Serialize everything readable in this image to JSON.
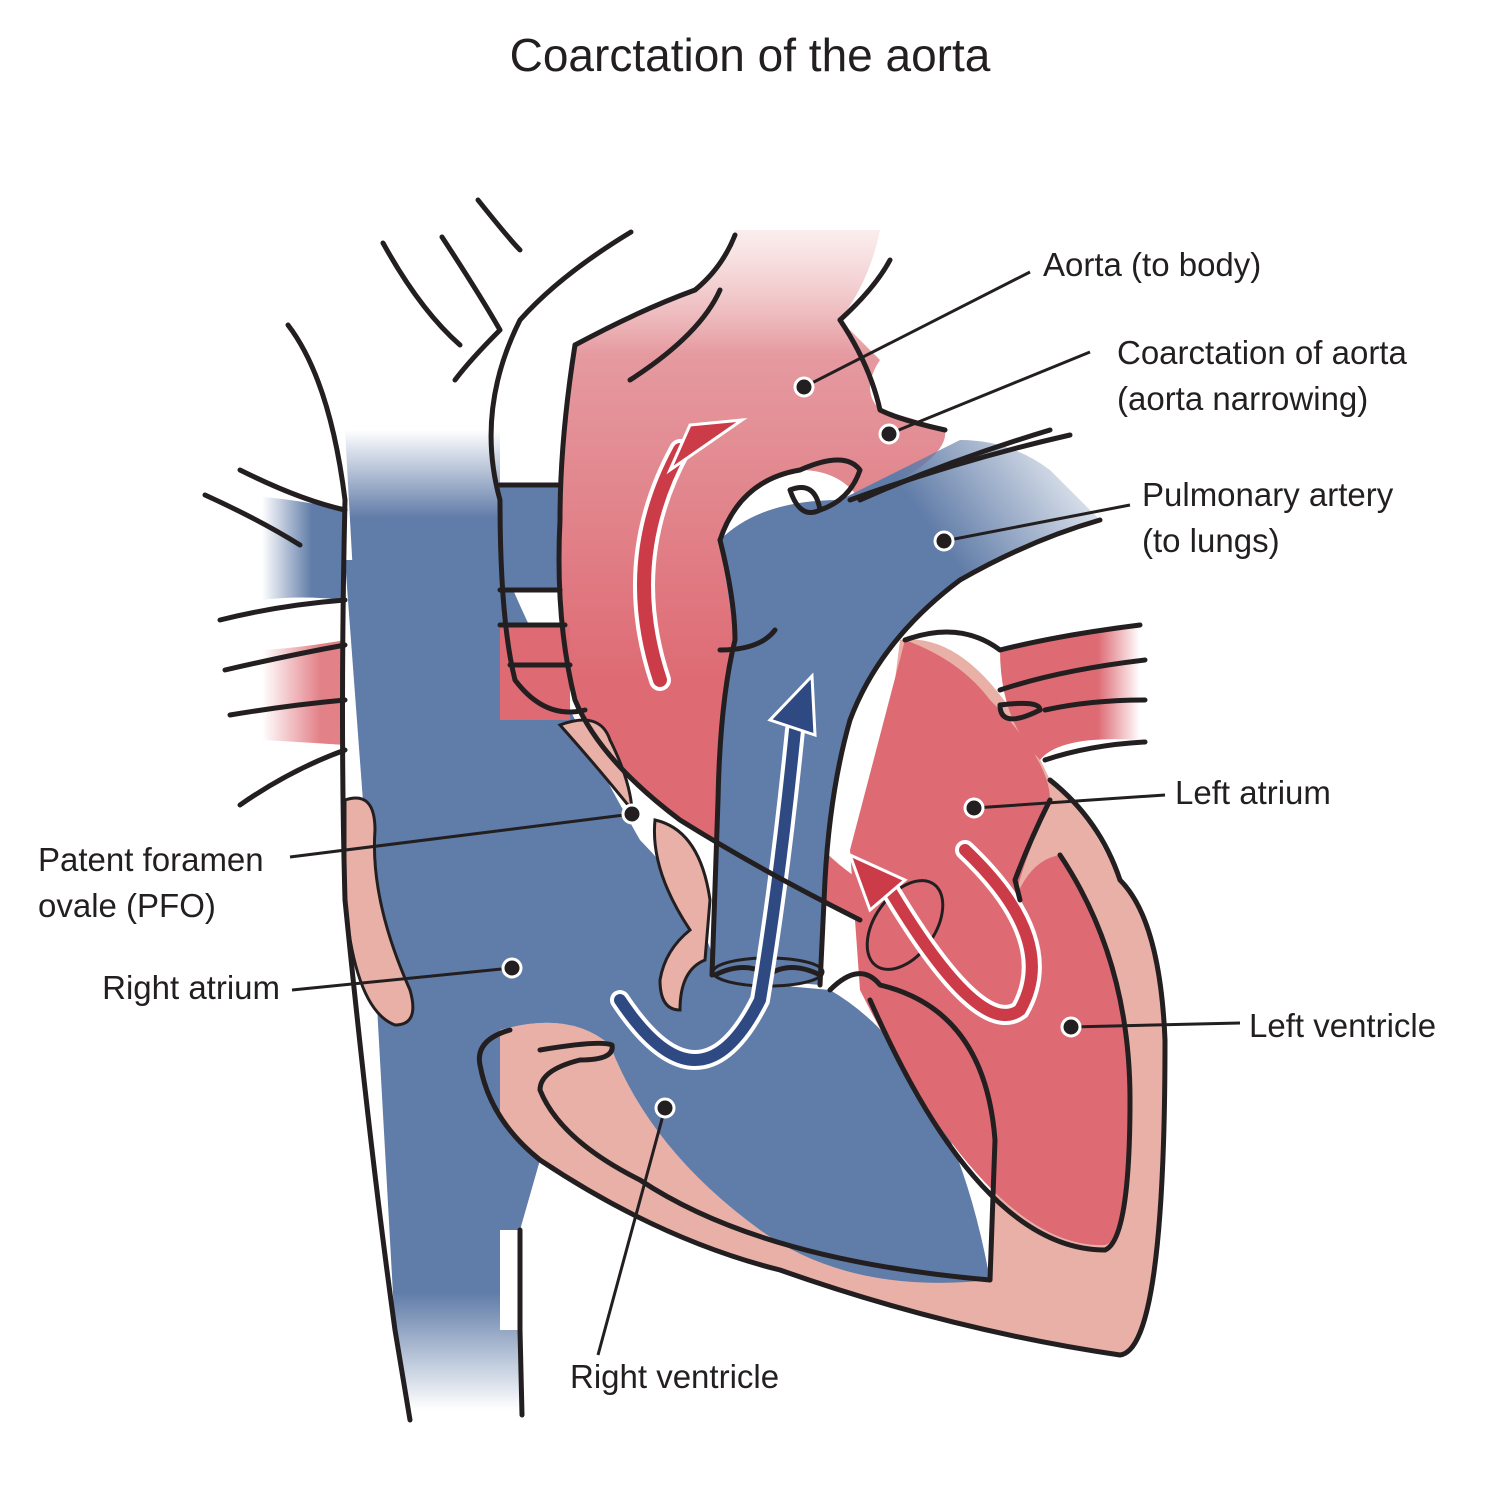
{
  "title": "Coarctation of the aorta",
  "labels": {
    "aorta": "Aorta (to body)",
    "coarctation_line1": "Coarctation of aorta",
    "coarctation_line2": "(aorta narrowing)",
    "pulmonary_line1": "Pulmonary artery",
    "pulmonary_line2": "(to lungs)",
    "left_atrium": "Left atrium",
    "left_ventricle": "Left ventricle",
    "pfo_line1": "Patent foramen",
    "pfo_line2": "ovale (PFO)",
    "right_atrium": "Right atrium",
    "right_ventricle": "Right ventricle"
  },
  "colors": {
    "oxygenated": "#de6b74",
    "oxygenated_light": "#e59aa0",
    "deoxygenated": "#607ca8",
    "arrow_red": "#cc3b48",
    "arrow_blue": "#2f4a82",
    "muscle": "#e8b0a6",
    "outline": "#231f20"
  }
}
